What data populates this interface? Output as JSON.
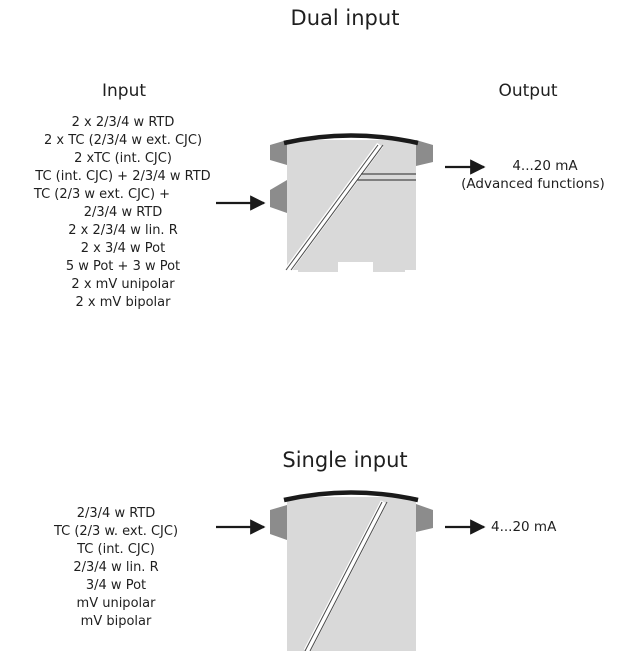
{
  "dual": {
    "title": "Dual input",
    "input_heading": "Input",
    "output_heading": "Output",
    "inputs": [
      "2 x 2/3/4 w RTD",
      "2 x TC (2/3/4 w ext. CJC)",
      "2 xTC (int. CJC)",
      "TC (int. CJC) + 2/3/4 w RTD",
      "TC (2/3 w ext. CJC) +",
      "2/3/4 w RTD",
      "2 x 2/3/4 w lin. R",
      "2 x 3/4 w Pot",
      "5 w Pot + 3 w Pot",
      "2 x mV unipolar",
      "2 x mV bipolar"
    ],
    "output": "4...20 mA",
    "output_note": "(Advanced functions)"
  },
  "single": {
    "title": "Single input",
    "inputs": [
      "2/3/4 w RTD",
      "TC (2/3 w. ext. CJC)",
      "TC (int. CJC)",
      "2/3/4 w lin. R",
      "3/4 w Pot",
      "mV unipolar",
      "mV bipolar"
    ],
    "output": "4...20 mA"
  },
  "colors": {
    "text": "#1f1f1f",
    "module_body": "#d9d9d9",
    "module_terminal": "#8c8c8c",
    "module_top": "#1a1a1a"
  }
}
